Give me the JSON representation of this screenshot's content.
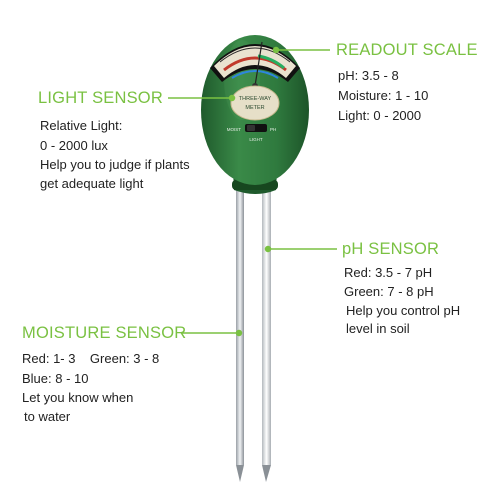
{
  "device": {
    "face_label_line1": "THREE-WAY",
    "face_label_line2": "METER",
    "switch_left": "MOIST",
    "switch_right": "PH",
    "switch_bottom": "LIGHT",
    "body_color": "#2f7a3e",
    "dark_body_color": "#1f5a2c",
    "dial_window_color": "#e9e2cf"
  },
  "callouts": {
    "readout": {
      "heading": "READOUT SCALE",
      "lines": [
        "pH: 3.5 - 8",
        "Moisture: 1 - 10",
        "Light: 0 - 2000"
      ]
    },
    "light": {
      "heading": "LIGHT SENSOR",
      "lines": [
        "Relative Light:",
        "0 - 2000 lux",
        "Help you to judge if plants",
        "get adequate light"
      ]
    },
    "ph": {
      "heading": "pH SENSOR",
      "lines": [
        "Red: 3.5 - 7 pH",
        "Green: 7 - 8 pH",
        "Help you control pH",
        "level in soil"
      ]
    },
    "moisture": {
      "heading": "MOISTURE SENSOR",
      "lines": [
        "Red: 1- 3    Green: 3 - 8",
        "Blue: 8 - 10",
        "Let you know when",
        "to water"
      ]
    }
  },
  "colors": {
    "accent": "#7ac142",
    "text": "#222222",
    "probe": "#c9ccd0"
  }
}
